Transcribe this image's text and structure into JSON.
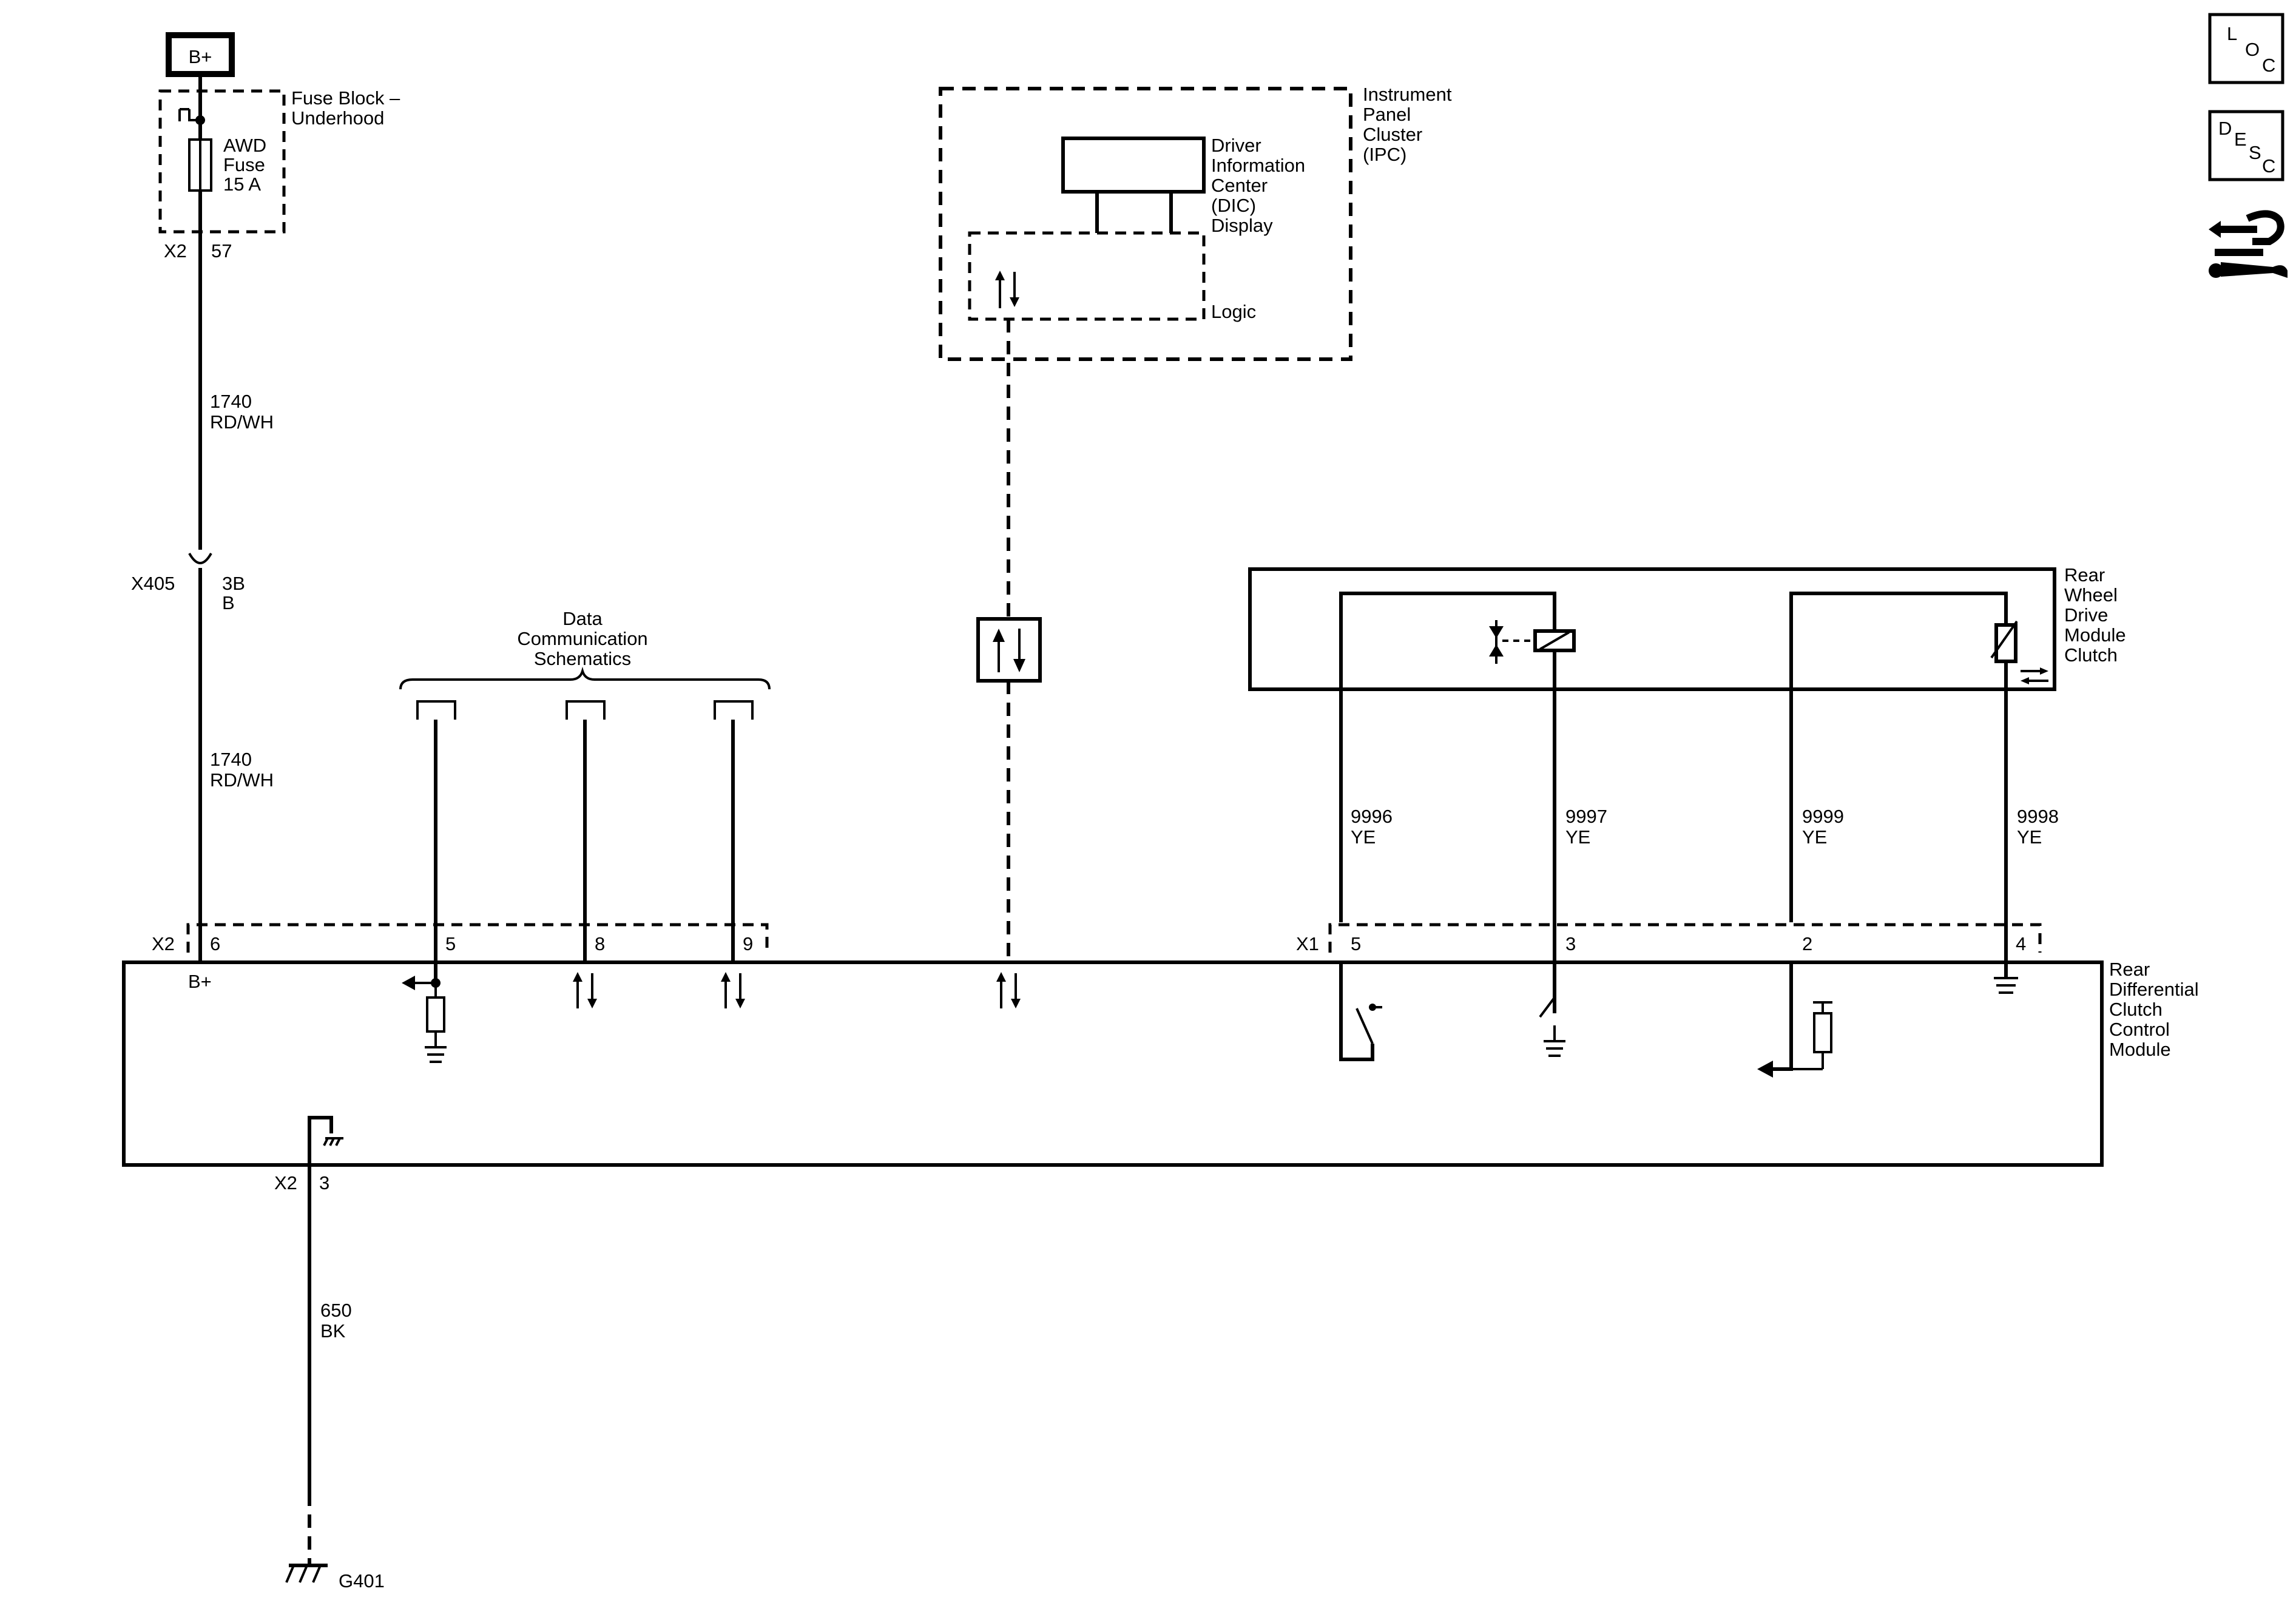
{
  "battery": {
    "label": "B+"
  },
  "fuse_block": {
    "title_1": "Fuse Block –",
    "title_2": "Underhood",
    "fuse_1": "AWD",
    "fuse_2": "Fuse",
    "fuse_3": "15 A",
    "conn": "X2",
    "pin": "57"
  },
  "wire_a": {
    "num": "1740",
    "color": "RD/WH"
  },
  "inline_conn": {
    "name": "X405",
    "pin": "3B",
    "sub": "B"
  },
  "wire_b": {
    "num": "1740",
    "color": "RD/WH"
  },
  "data_comm": {
    "line1": "Data",
    "line2": "Communication",
    "line3": "Schematics"
  },
  "ipc": {
    "title_1": "Instrument",
    "title_2": "Panel",
    "title_3": "Cluster",
    "title_4": "(IPC)",
    "dic_1": "Driver",
    "dic_2": "Information",
    "dic_3": "Center",
    "dic_4": "(DIC)",
    "dic_5": "Display",
    "logic": "Logic"
  },
  "rwd_clutch": {
    "title_1": "Rear",
    "title_2": "Wheel",
    "title_3": "Drive",
    "title_4": "Module",
    "title_5": "Clutch"
  },
  "wires_right": [
    {
      "num": "9996",
      "color": "YE"
    },
    {
      "num": "9997",
      "color": "YE"
    },
    {
      "num": "9999",
      "color": "YE"
    },
    {
      "num": "9998",
      "color": "YE"
    }
  ],
  "module_pins": {
    "x2_conn": "X2",
    "x2_pin_6": "6",
    "x2_pin_5": "5",
    "x2_pin_8": "8",
    "x2_pin_9": "9",
    "x1_conn": "X1",
    "x1_pin_5": "5",
    "x1_pin_3": "3",
    "x1_pin_2": "2",
    "x1_pin_4": "4",
    "bplus": "B+"
  },
  "module": {
    "title_1": "Rear",
    "title_2": "Differential",
    "title_3": "Clutch",
    "title_4": "Control",
    "title_5": "Module"
  },
  "ground_conn": {
    "conn": "X2",
    "pin": "3"
  },
  "wire_ground": {
    "num": "650",
    "color": "BK"
  },
  "ground": {
    "name": "G401"
  },
  "side_icons": {
    "loc": {
      "l": "L",
      "o": "O",
      "c": "C"
    },
    "desc": {
      "d": "D",
      "e": "E",
      "s": "S",
      "c": "C"
    },
    "icons": [
      "location-icon",
      "description-icon",
      "connector-end-view-icon"
    ]
  }
}
